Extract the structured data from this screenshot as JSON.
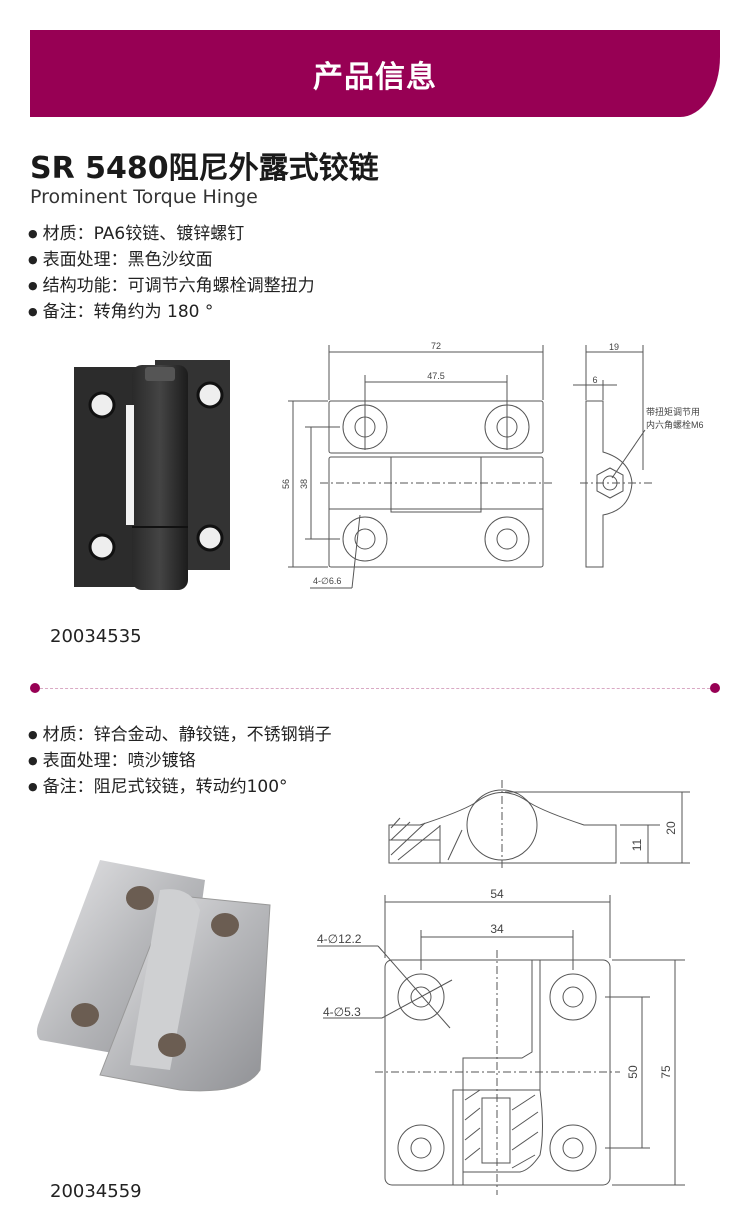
{
  "banner": {
    "title": "产品信息",
    "color": "#970054"
  },
  "product1": {
    "title": "SR 5480阻尼外露式铰链",
    "subtitle": "Prominent Torque Hinge",
    "specs": [
      "材质：PA6铰链、镀锌螺钉",
      "表面处理：黑色沙纹面",
      "结构功能：可调节六角螺栓调整扭力",
      "备注：转角约为 180 °"
    ],
    "drawing": {
      "width": "72",
      "hole_spacing": "47.5",
      "height": "56",
      "hole_vspacing": "38",
      "holes": "4-∅6.6",
      "side_width": "19",
      "plate_thickness": "6",
      "note_line1": "带扭矩调节用",
      "note_line2": "内六角螺栓M6"
    },
    "code": "20034535"
  },
  "divider": {
    "color": "#970054"
  },
  "product2": {
    "specs": [
      "材质：锌合金动、静铰链，不锈钢销子",
      "表面处理：喷沙镀铬",
      "备注：阻尼式铰链，转动约100°"
    ],
    "drawing": {
      "height_total": "20",
      "plate_height": "11",
      "width": "54",
      "hole_spacing": "34",
      "counterbore": "4-∅12.2",
      "hole": "4-∅5.3",
      "hole_vspacing": "50",
      "length": "75"
    },
    "code": "20034559"
  }
}
